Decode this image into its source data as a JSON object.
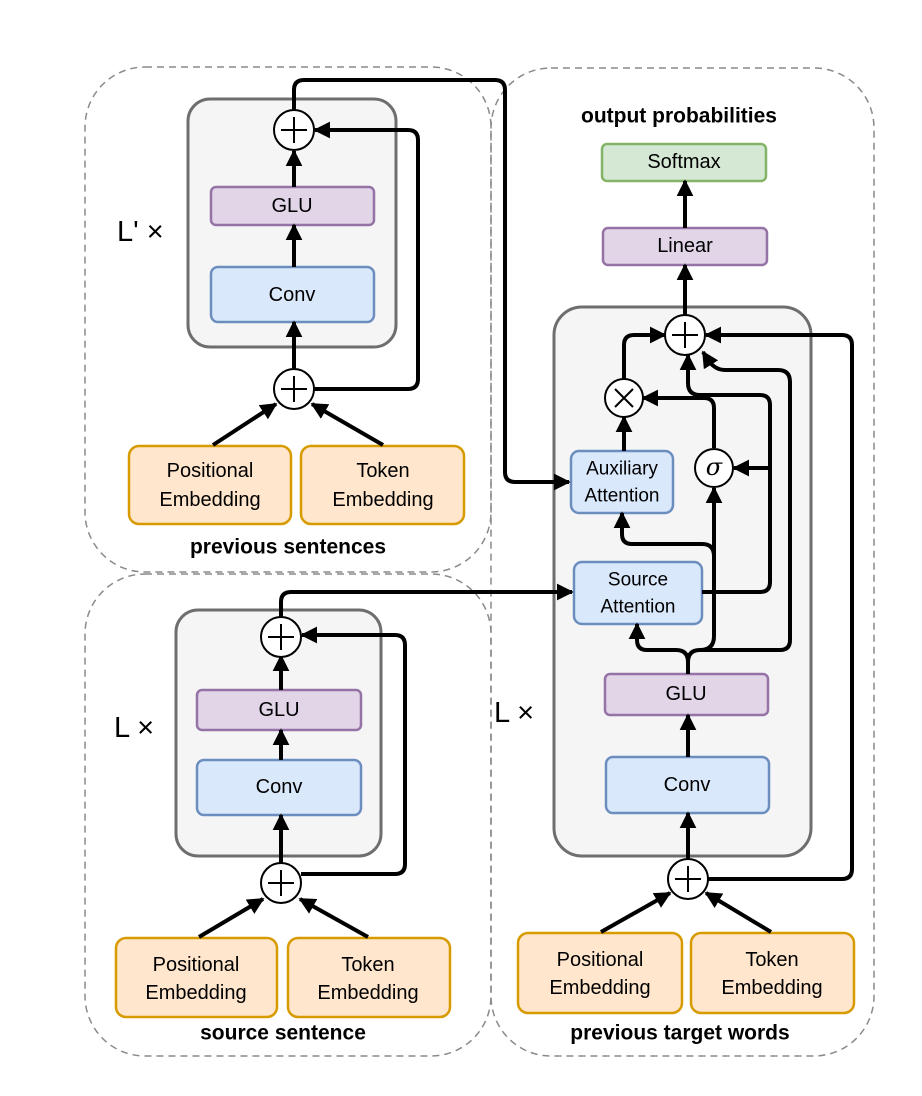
{
  "diagram": {
    "type": "neural-architecture",
    "sections": {
      "previous_sentences": {
        "title": "previous sentences",
        "repeat_label": "L' ×",
        "blocks": {
          "glu": "GLU",
          "conv": "Conv"
        },
        "embeddings": {
          "positional": [
            "Positional",
            "Embedding"
          ],
          "token": [
            "Token",
            "Embedding"
          ]
        }
      },
      "source_sentence": {
        "title": "source sentence",
        "repeat_label": "L ×",
        "blocks": {
          "glu": "GLU",
          "conv": "Conv"
        },
        "embeddings": {
          "positional": [
            "Positional",
            "Embedding"
          ],
          "token": [
            "Token",
            "Embedding"
          ]
        }
      },
      "decoder": {
        "title": "previous target words",
        "output_title": "output probabilities",
        "repeat_label": "L ×",
        "blocks": {
          "softmax": "Softmax",
          "linear": "Linear",
          "auxiliary_attention": [
            "Auxiliary",
            "Attention"
          ],
          "source_attention": [
            "Source",
            "Attention"
          ],
          "glu": "GLU",
          "conv": "Conv"
        },
        "operators": {
          "gate": "σ"
        },
        "embeddings": {
          "positional": [
            "Positional",
            "Embedding"
          ],
          "token": [
            "Token",
            "Embedding"
          ]
        }
      }
    },
    "colors": {
      "conv_fill": "#dae8fc",
      "conv_stroke": "#6c8ebf",
      "glu_fill": "#e1d5e7",
      "glu_stroke": "#9673a6",
      "softmax_fill": "#d5e8d4",
      "softmax_stroke": "#82b366",
      "embedding_fill": "#ffe6cc",
      "embedding_stroke": "#d79b00",
      "layer_fill": "#f5f5f5",
      "layer_stroke": "#6e6e6e"
    }
  }
}
